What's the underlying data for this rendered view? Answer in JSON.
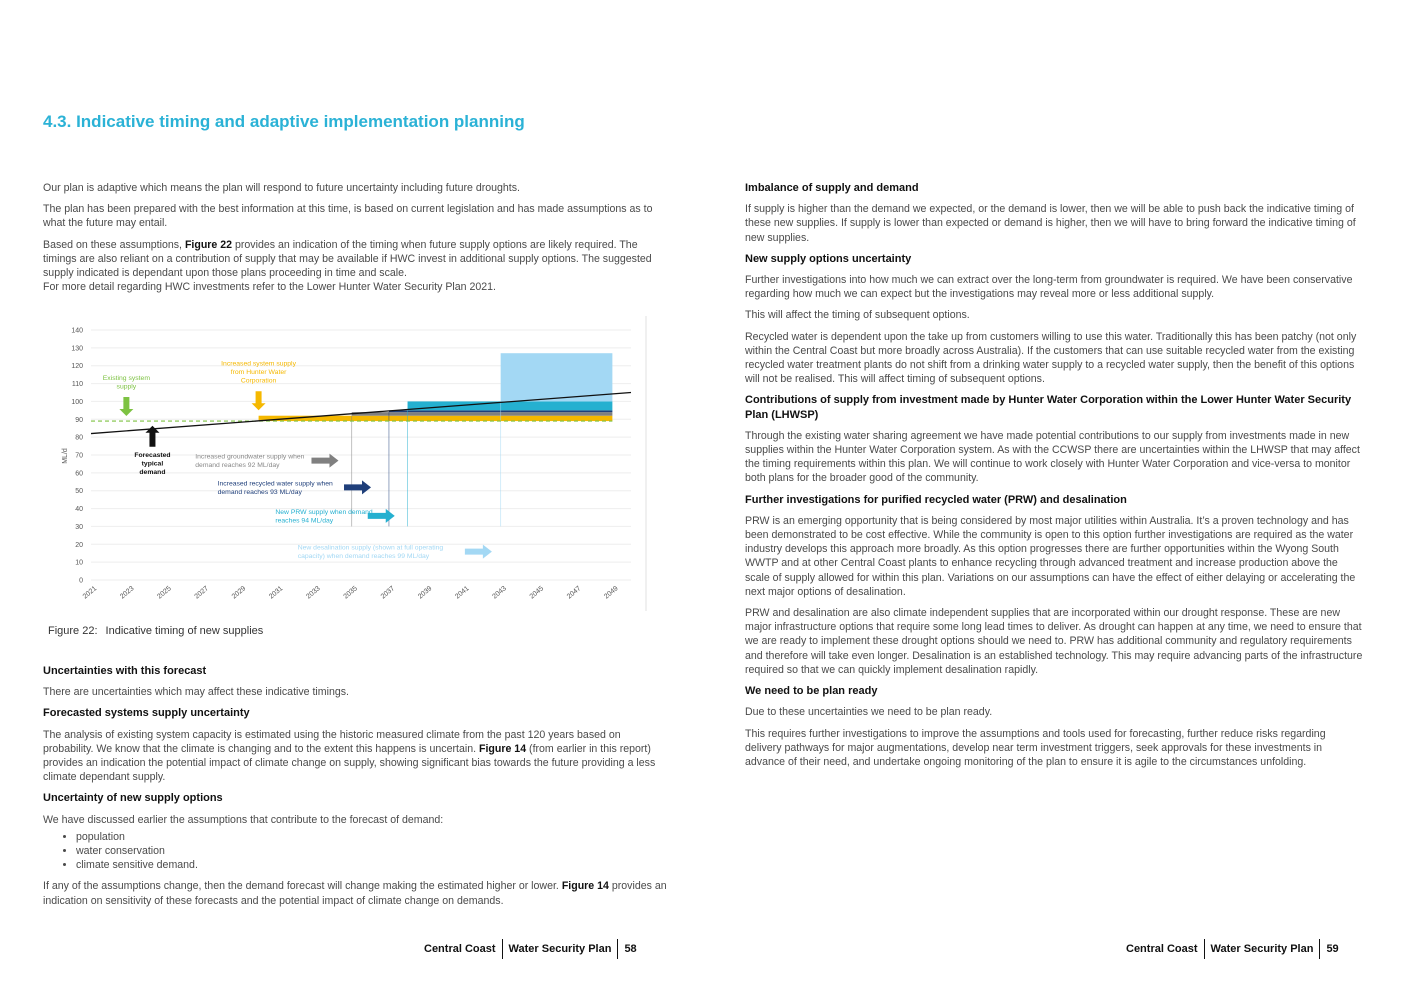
{
  "page_title": "4.3. Indicative timing and adaptive implementation planning",
  "left": {
    "intro": [
      "Our plan is adaptive which means the plan will respond to future uncertainty including future droughts.",
      "The plan has been prepared with the best information at this time, is based on current legislation and has made assumptions as to what the future may entail."
    ],
    "assumptions_pre": "Based on these assumptions, ",
    "assumptions_ref": "Figure 22",
    "assumptions_post": " provides an indication of the timing when future supply options are likely required. The timings are also reliant on a contribution of supply that may be available if HWC invest in additional supply options. The suggested supply indicated is dependant upon those plans proceeding in time and scale.",
    "hwc_note": "For more detail regarding HWC investments refer to the Lower Hunter Water Security Plan 2021.",
    "figure_label": "Figure 22:",
    "figure_caption": "Indicative timing of new supplies",
    "uncertainties_heading": "Uncertainties with this forecast",
    "uncertainties_text": "There are uncertainties which may affect these indicative timings.",
    "forecast_heading": "Forecasted systems supply uncertainty",
    "forecast_pre": "The analysis of existing system capacity is estimated using the historic measured climate from the past 120 years based on probability. We know that the climate is changing and to the extent this happens is uncertain. ",
    "forecast_ref": "Figure 14",
    "forecast_post": " (from earlier in this report) provides an indication the potential impact of climate change on supply, showing significant bias towards the future providing a less climate dependant supply.",
    "new_supply_heading": "Uncertainty of new supply options",
    "new_supply_text": "We have discussed earlier the assumptions that contribute to the forecast of demand:",
    "bullets": [
      "population",
      "water conservation",
      "climate sensitive demand."
    ],
    "change_pre": "If any of the assumptions change, then the demand forecast will change making the estimated higher or lower. ",
    "change_ref": "Figure 14",
    "change_post": " provides an indication on sensitivity of these forecasts and the potential impact of climate change on demands."
  },
  "right": {
    "sections": [
      {
        "heading": "Imbalance of supply and demand",
        "paragraphs": [
          "If supply is higher than the demand we expected, or the demand is lower, then we will be able to push back the indicative timing of these new supplies. If supply is lower than expected or demand is higher, then we will have to bring forward the indicative timing of new supplies."
        ]
      },
      {
        "heading": "New supply options uncertainty",
        "paragraphs": [
          "Further investigations into how much we can extract over the long-term from groundwater is required. We have been conservative regarding how much we can expect but the investigations may reveal more or less additional supply.",
          "This will affect the timing of subsequent options.",
          "Recycled water is dependent upon the take up from customers willing to use this water. Traditionally this has been patchy (not only within the Central Coast but more broadly across Australia). If the customers that can use suitable recycled water from the existing recycled water treatment plants do not shift from a drinking water supply to a recycled water supply, then the benefit of this options will not be realised. This will affect timing of subsequent options."
        ]
      },
      {
        "heading": "Contributions of supply from investment made by Hunter Water Corporation within the Lower Hunter Water Security Plan (LHWSP)",
        "paragraphs": [
          "Through the existing water sharing agreement we have made potential contributions to our supply from investments made in new supplies within the Hunter Water Corporation system. As with the CCWSP there are uncertainties within the LHWSP that may affect the timing requirements within this plan. We will continue to work closely with Hunter Water Corporation and vice-versa to monitor both plans for the broader good of the community."
        ]
      },
      {
        "heading": "Further investigations for purified recycled water (PRW) and desalination",
        "paragraphs": [
          "PRW is an emerging opportunity that is being considered by most major utilities within Australia. It’s a proven technology and has been demonstrated to be cost effective. While the community is open to this option further investigations are required as the water industry develops this approach more broadly. As this option progresses there are further opportunities within the Wyong South WWTP and at other Central Coast plants to enhance recycling through advanced treatment and increase production above the scale of supply allowed for within this plan. Variations on our assumptions can have the effect of either delaying or accelerating the next major options of desalination.",
          "PRW and desalination are also climate independent supplies that are incorporated within our drought response. These are new major infrastructure options that require some long lead times to deliver. As drought can happen at any time, we need to ensure that we are ready to implement these drought options should we need to. PRW has additional community and regulatory requirements and therefore will take even longer. Desalination is an established technology. This may require advancing parts of the infrastructure required so that we can quickly implement desalination rapidly."
        ]
      },
      {
        "heading": "We need to be plan ready",
        "paragraphs": [
          "Due to these uncertainties we need to be plan ready.",
          "This requires further investigations to improve the assumptions and tools used for forecasting, further reduce risks regarding delivery pathways for major augmentations, develop near term investment triggers, seek approvals for these investments in advance of their need, and undertake ongoing monitoring of the plan to ensure it is agile to the circumstances unfolding."
        ]
      }
    ]
  },
  "footer": {
    "left": {
      "org": "Central Coast",
      "doc": "Water Security Plan",
      "page": "58"
    },
    "right": {
      "org": "Central Coast",
      "doc": "Water Security Plan",
      "page": "59"
    }
  },
  "chart_data": {
    "type": "area",
    "ylabel": "ML/d",
    "ylim": [
      0,
      140
    ],
    "yticks": [
      0,
      10,
      20,
      30,
      40,
      50,
      60,
      70,
      80,
      90,
      100,
      110,
      120,
      130,
      140
    ],
    "xlim": [
      2021,
      2050
    ],
    "xticks": [
      "2021",
      "2023",
      "2025",
      "2027",
      "2029",
      "2031",
      "2033",
      "2035",
      "2037",
      "2039",
      "2041",
      "2043",
      "2045",
      "2047",
      "2049"
    ],
    "existing_supply": 89,
    "demand_line": {
      "x": [
        2021,
        2050
      ],
      "y": [
        82,
        105
      ]
    },
    "supply_layers": [
      {
        "color": "#f5b800",
        "start": 2030,
        "bottom": 89,
        "top": 92
      },
      {
        "color": "#808080",
        "start": 2035,
        "bottom": 92,
        "top": 94
      },
      {
        "color": "#1f3f7a",
        "start": 2037,
        "bottom": 94,
        "top": 95
      },
      {
        "color": "#25b0d0",
        "start": 2038,
        "bottom": 95,
        "top": 100
      },
      {
        "color": "#a3d8f4",
        "start": 2043,
        "bottom": 100,
        "top": 127
      }
    ],
    "annotations": [
      {
        "text": [
          "Existing system",
          "supply"
        ],
        "color": "#7dc242",
        "x": 2022.9,
        "y": 112,
        "arrow": "down"
      },
      {
        "text": [
          "Increased system supply",
          "from Hunter Water",
          "Corporation"
        ],
        "color": "#f5b800",
        "x": 2030,
        "y": 120,
        "arrow": "down"
      },
      {
        "text": [
          "Forecasted",
          "typical",
          "demand"
        ],
        "color": "#111111",
        "x": 2024.3,
        "y": 69,
        "arrow": "up"
      },
      {
        "text": [
          "Increased groundwater supply when",
          "demand reaches 92 ML/day"
        ],
        "color": "#888888",
        "x": 2026.6,
        "y": 68,
        "arrow": "right",
        "arrow_color": "#808080"
      },
      {
        "text": [
          "Increased recycled water supply when",
          "demand reaches 93 ML/day"
        ],
        "color": "#1f3f7a",
        "x": 2027.8,
        "y": 53,
        "arrow": "right",
        "arrow_color": "#1f3f7a"
      },
      {
        "text": [
          "New PRW supply when demand",
          "reaches 94 ML/day"
        ],
        "color": "#25b0d0",
        "x": 2030.9,
        "y": 37,
        "arrow": "right",
        "arrow_color": "#25b0d0"
      },
      {
        "text": [
          "New desalination supply (shown at full operating",
          "capacity) when demand reaches 99 ML/day"
        ],
        "color": "#a3d8f4",
        "x": 2032.1,
        "y": 17,
        "arrow": "right",
        "arrow_color": "#a3d8f4"
      }
    ],
    "colors": {
      "existing": "#7dc242",
      "demand": "#111111"
    }
  }
}
